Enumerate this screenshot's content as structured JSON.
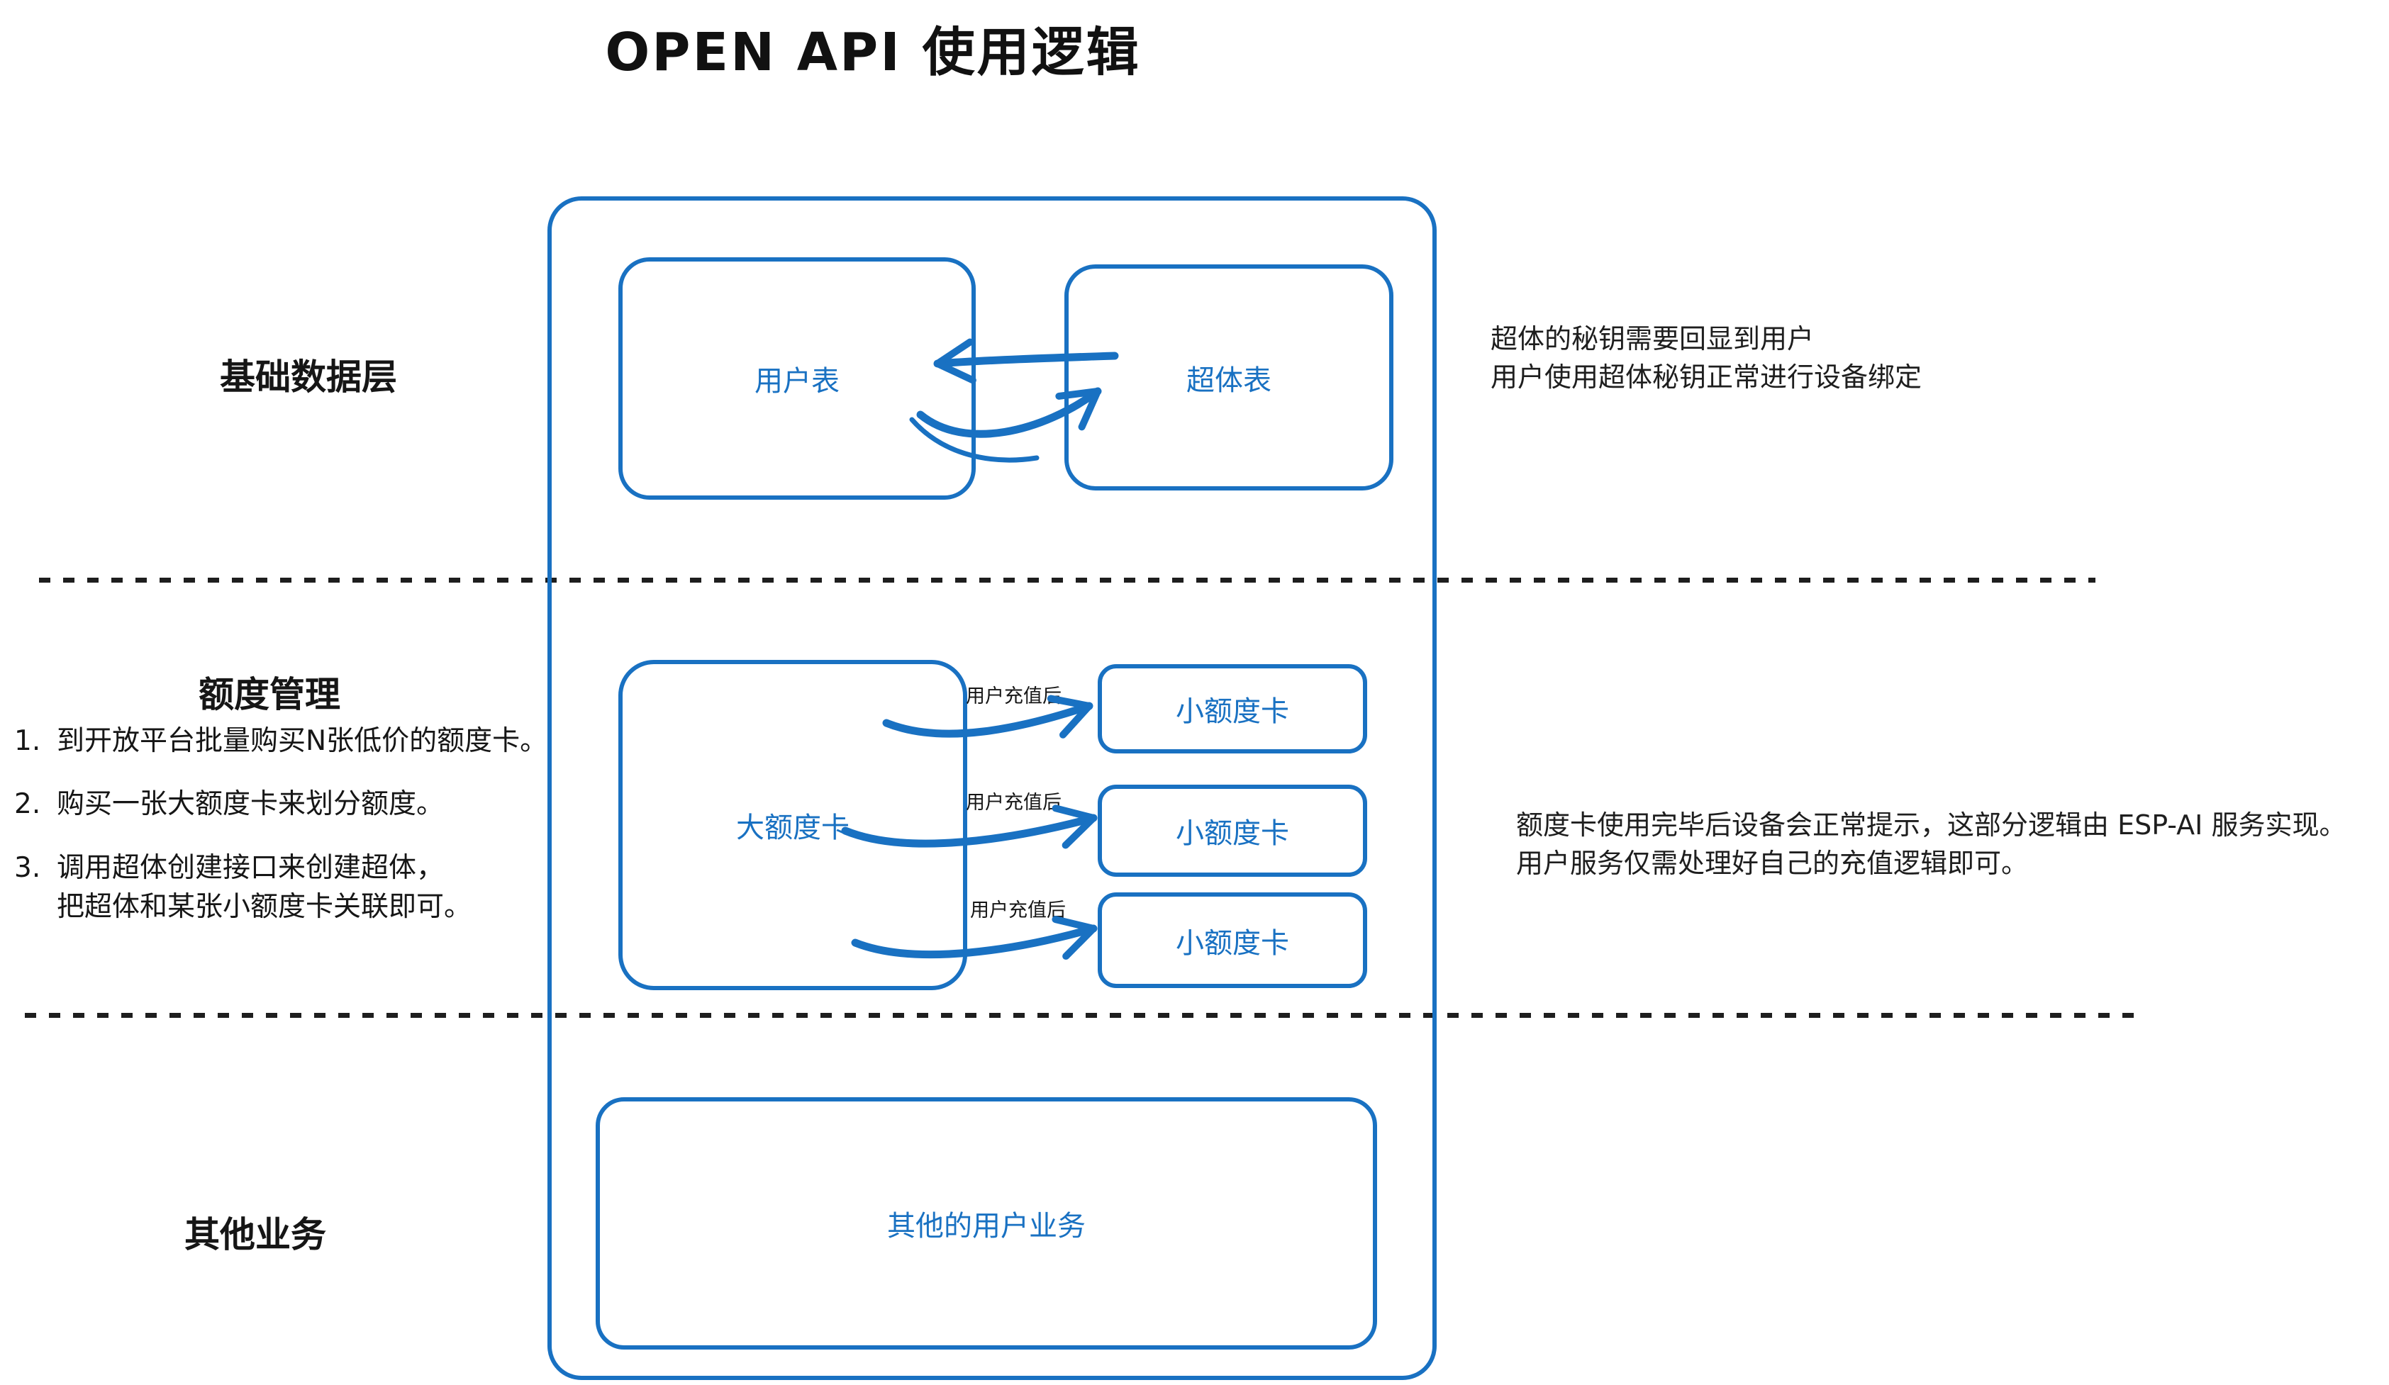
{
  "page": {
    "title": "OPEN API 使用逻辑"
  },
  "colors": {
    "accent": "#1971c2",
    "ink": "#1e1e1e"
  },
  "base_layer": {
    "label": "基础数据层",
    "user_table": "用户表",
    "super_table": "超体表",
    "note": [
      "超体的秘钥需要回显到用户",
      "用户使用超体秘钥正常进行设备绑定"
    ]
  },
  "quota": {
    "label": "额度管理",
    "steps": [
      {
        "num": "1.",
        "text": "到开放平台批量购买N张低价的额度卡。"
      },
      {
        "num": "2.",
        "text": "购买一张大额度卡来划分额度。"
      },
      {
        "num": "3.",
        "text": "调用超体创建接口来创建超体，\n把超体和某张小额度卡关联即可。"
      }
    ],
    "big_card": "大额度卡",
    "small_cards": [
      "小额度卡",
      "小额度卡",
      "小额度卡"
    ],
    "arrow_label": "用户充值后",
    "note": [
      "额度卡使用完毕后设备会正常提示，这部分逻辑由 ESP-AI 服务实现。",
      "用户服务仅需处理好自己的充值逻辑即可。"
    ]
  },
  "other": {
    "label": "其他业务",
    "box": "其他的用户业务"
  }
}
